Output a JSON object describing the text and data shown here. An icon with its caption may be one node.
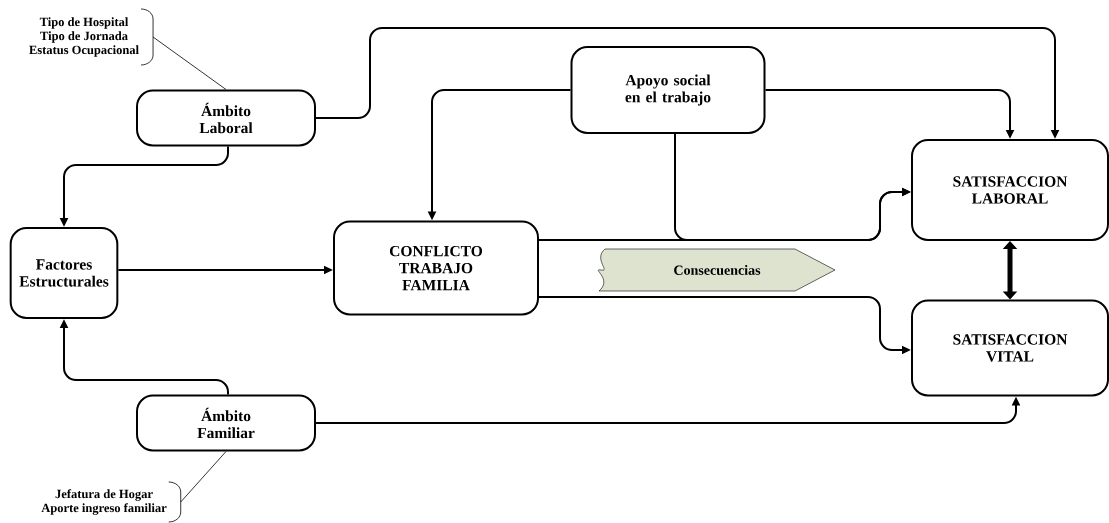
{
  "diagram": {
    "nodes": [
      {
        "text": [
          "Tipo de Hospital",
          "Tipo de Jornada",
          "Estatus Ocupacional"
        ]
      },
      {
        "text": [
          "Ámbito Laboral"
        ]
      },
      {
        "text": [
          "Factores Estructurales"
        ]
      },
      {
        "text": [
          "Apoyo social en el trabajo"
        ]
      },
      {
        "text": [
          "CONFLICTO TRABAJO FAMILIA"
        ]
      },
      {
        "text": [
          "Consecuencias"
        ]
      },
      {
        "text": [
          "SATISFACCION LABORAL"
        ]
      },
      {
        "text": [
          "SATISFACCION VITAL"
        ]
      },
      {
        "text": [
          "Ámbito Familiar"
        ]
      },
      {
        "text": [
          "Jefatura de Hogar",
          "Aporte ingreso familiar"
        ]
      }
    ],
    "edges": [
      {
        "from": 0,
        "to": 1,
        "arrow": "none"
      },
      {
        "from": 1,
        "to": 6,
        "arrow": "to"
      },
      {
        "from": 1,
        "to": 2,
        "arrow": "to"
      },
      {
        "from": 2,
        "to": 4,
        "arrow": "to"
      },
      {
        "from": 3,
        "to": 4,
        "arrow": "to"
      },
      {
        "from": 3,
        "to": 6,
        "arrow": "to"
      },
      {
        "from": 3,
        "to": 6,
        "arrow": "to"
      },
      {
        "from": 4,
        "to": 6,
        "arrow": "to"
      },
      {
        "from": 4,
        "to": 7,
        "arrow": "to"
      },
      {
        "from": 6,
        "to": 7,
        "arrow": "both",
        "style": "thick"
      },
      {
        "from": 8,
        "to": 2,
        "arrow": "to"
      },
      {
        "from": 8,
        "to": 7,
        "arrow": "to"
      },
      {
        "from": 9,
        "to": 8,
        "arrow": "none"
      }
    ]
  }
}
